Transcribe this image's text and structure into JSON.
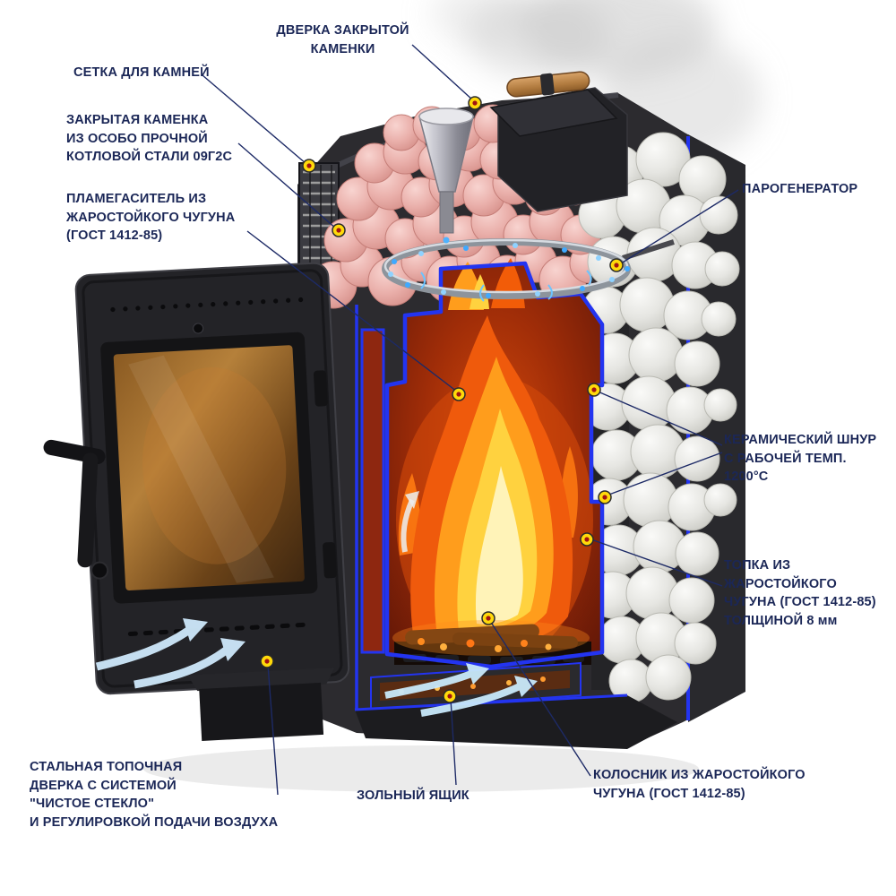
{
  "diagram": {
    "subject": "Схема банной печи в разрезе",
    "marker_color": "#ffd90a",
    "marker_core_color": "#a01313",
    "cut_edge_color": "#2334f0",
    "label_color": "#1b2757"
  },
  "labels": {
    "stone_door": "ДВЕРКА ЗАКРЫТОЙ\nКАМЕНКИ",
    "stone_mesh": "СЕТКА ДЛЯ КАМНЕЙ",
    "closed_kamenka": "ЗАКРЫТАЯ КАМЕНКА\nИЗ ОСОБО ПРОЧНОЙ\nКОТЛОВОЙ СТАЛИ 09Г2С",
    "flame_arrestor": "ПЛАМЕГАСИТЕЛЬ ИЗ\nЖАРОСТОЙКОГО ЧУГУНА\n(ГОСТ 1412-85)",
    "steam_generator": "ПАРОГЕНЕРАТОР",
    "ceramic_cord": "КЕРАМИЧЕСКИЙ ШНУР\nС РАБОЧЕЙ ТЕМП. 1200°С",
    "firebox": "ТОПКА ИЗ\nЖАРОСТОЙКОГО\nЧУГУНА (ГОСТ 1412-85)\nТОЛЩИНОЙ 8 мм",
    "steel_door": "СТАЛЬНАЯ ТОПОЧНАЯ\nДВЕРКА С СИСТЕМОЙ\n\"ЧИСТОЕ СТЕКЛО\"\nИ РЕГУЛИРОВКОЙ ПОДАЧИ ВОЗДУХА",
    "ash_box": "ЗОЛЬНЫЙ ЯЩИК",
    "grate": "КОЛОСНИК ИЗ ЖАРОСТОЙКОГО\nЧУГУНА (ГОСТ 1412-85)"
  }
}
